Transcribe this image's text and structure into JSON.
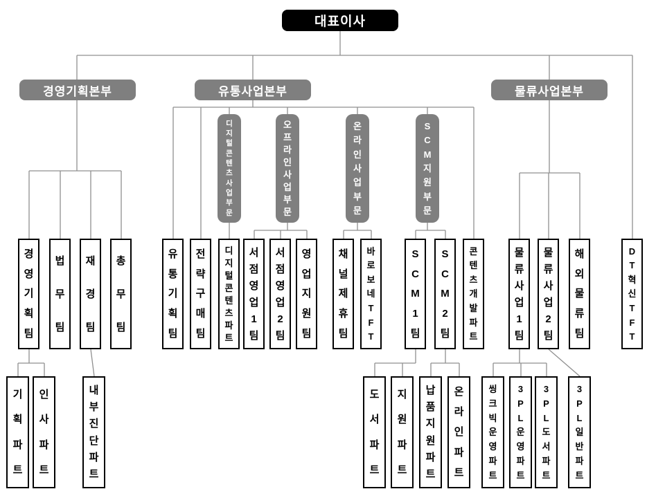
{
  "ceo": {
    "label": "대표이사"
  },
  "divisions": [
    {
      "label": "경영기획본부",
      "teams": [
        {
          "label": "경영기획팀",
          "parts": [
            {
              "label": "기획파트"
            },
            {
              "label": "인사파트"
            }
          ]
        },
        {
          "label": "법무팀"
        },
        {
          "label": "재경팀",
          "parts": [
            {
              "label": "내부진단파트"
            }
          ]
        },
        {
          "label": "총무팀"
        }
      ]
    },
    {
      "label": "유통사업본부",
      "teams": [
        {
          "label": "유통기획팀"
        },
        {
          "label": "전략구매팀"
        }
      ],
      "sub_divisions": [
        {
          "label": "디지털콘텐츠사업부문",
          "teams": [
            {
              "label": "디지털콘텐츠파트"
            }
          ]
        },
        {
          "label": "오프라인사업부문",
          "teams": [
            {
              "label": "서점영업1팀"
            },
            {
              "label": "서점영업2팀"
            },
            {
              "label": "영업지원팀"
            }
          ]
        },
        {
          "label": "온라인사업부문",
          "teams": [
            {
              "label": "채널제휴팀"
            },
            {
              "label": "바로보네TFT"
            }
          ]
        },
        {
          "label": "SCM지원부문",
          "teams": [
            {
              "label": "SCM1팀",
              "parts": [
                {
                  "label": "도서파트"
                },
                {
                  "label": "지원파트"
                }
              ]
            },
            {
              "label": "SCM2팀",
              "parts": [
                {
                  "label": "납품지원파트"
                },
                {
                  "label": "온라인파트"
                }
              ]
            }
          ]
        }
      ],
      "direct_parts": [
        {
          "label": "콘텐츠개발파트"
        }
      ]
    },
    {
      "label": "물류사업본부",
      "teams": [
        {
          "label": "물류사업1팀",
          "parts": [
            {
              "label": "씽크빅운영파트"
            },
            {
              "label": "3PL운영파트"
            },
            {
              "label": "3PL도서파트"
            }
          ]
        },
        {
          "label": "물류사업2팀",
          "parts": [
            {
              "label": "3PL일반파트"
            }
          ]
        },
        {
          "label": "해외물류팀"
        }
      ]
    }
  ],
  "ceo_direct_teams": [
    {
      "label": "DT혁신TFT"
    }
  ],
  "colors": {
    "root_fill": "#000000",
    "division_fill": "#7f7f7f",
    "node_border": "#000000",
    "connector_line": "#8f8f8f",
    "background": "#ffffff"
  }
}
